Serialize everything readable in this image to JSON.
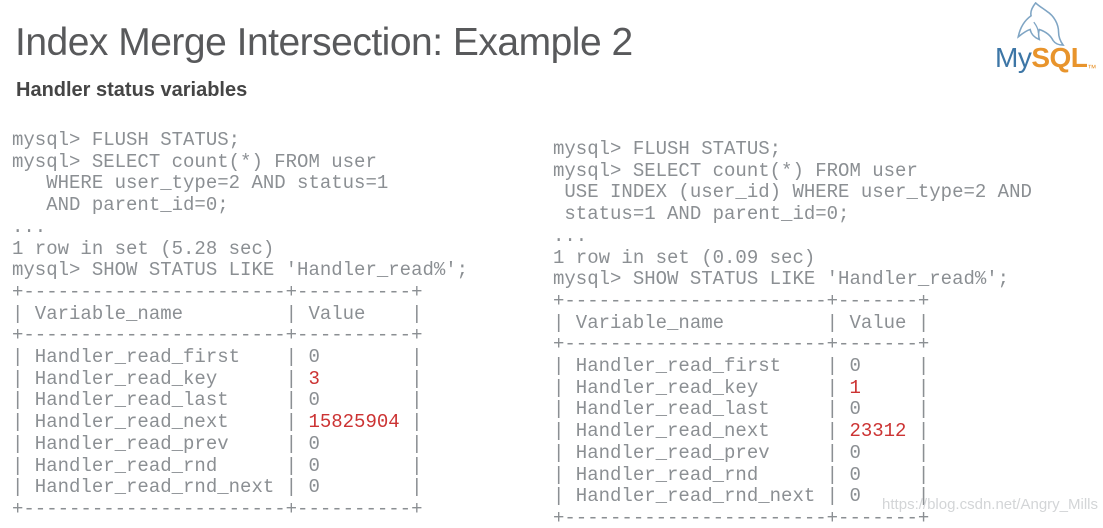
{
  "title": "Index Merge Intersection: Example 2",
  "subtitle": "Handler status variables",
  "logo": {
    "my": "My",
    "sql": "SQL",
    "tm": "™",
    "my_color": "#3d76a6",
    "sql_color": "#e8942c",
    "dolphin_icon": "mysql-dolphin-icon"
  },
  "watermark": "https://blog.csdn.net/Angry_Mills",
  "colors": {
    "code_text": "#8b8f93",
    "highlight_red": "#cc3333",
    "title_gray": "#58595b"
  },
  "consoles": [
    {
      "name": "query-without-index-hint",
      "lines": [
        {
          "t": "mysql> FLUSH STATUS;"
        },
        {
          "t": "mysql> SELECT count(*) FROM user"
        },
        {
          "t": "   WHERE user_type=2 AND status=1"
        },
        {
          "t": "   AND parent_id=0;"
        },
        {
          "t": "..."
        },
        {
          "t": "1 row in set (5.28 sec)"
        },
        {
          "t": "mysql> SHOW STATUS LIKE 'Handler_read%';"
        },
        {
          "t": "+-----------------------+----------+"
        },
        {
          "t": "| Variable_name         | Value    |"
        },
        {
          "t": "+-----------------------+----------+"
        },
        {
          "t": "| Handler_read_first    | 0        |"
        },
        {
          "pre": "| Handler_read_key      | ",
          "red": "3",
          "post": "        |"
        },
        {
          "t": "| Handler_read_last     | 0        |"
        },
        {
          "pre": "| Handler_read_next     | ",
          "red": "15825904",
          "post": " |"
        },
        {
          "t": "| Handler_read_prev     | 0        |"
        },
        {
          "t": "| Handler_read_rnd      | 0        |"
        },
        {
          "t": "| Handler_read_rnd_next | 0        |"
        },
        {
          "t": "+-----------------------+----------+"
        }
      ]
    },
    {
      "name": "query-with-use-index-user-id",
      "lines": [
        {
          "t": "mysql> FLUSH STATUS;"
        },
        {
          "t": "mysql> SELECT count(*) FROM user"
        },
        {
          "t": " USE INDEX (user_id) WHERE user_type=2 AND"
        },
        {
          "t": " status=1 AND parent_id=0;"
        },
        {
          "t": "..."
        },
        {
          "t": "1 row in set (0.09 sec)"
        },
        {
          "t": "mysql> SHOW STATUS LIKE 'Handler_read%';"
        },
        {
          "t": "+-----------------------+-------+"
        },
        {
          "t": "| Variable_name         | Value |"
        },
        {
          "t": "+-----------------------+-------+"
        },
        {
          "t": "| Handler_read_first    | 0     |"
        },
        {
          "pre": "| Handler_read_key      | ",
          "red": "1",
          "post": "     |"
        },
        {
          "t": "| Handler_read_last     | 0     |"
        },
        {
          "pre": "| Handler_read_next     | ",
          "red": "23312",
          "post": " |"
        },
        {
          "t": "| Handler_read_prev     | 0     |"
        },
        {
          "t": "| Handler_read_rnd      | 0     |"
        },
        {
          "t": "| Handler_read_rnd_next | 0     |"
        },
        {
          "t": "+-----------------------+-------+"
        }
      ]
    }
  ]
}
